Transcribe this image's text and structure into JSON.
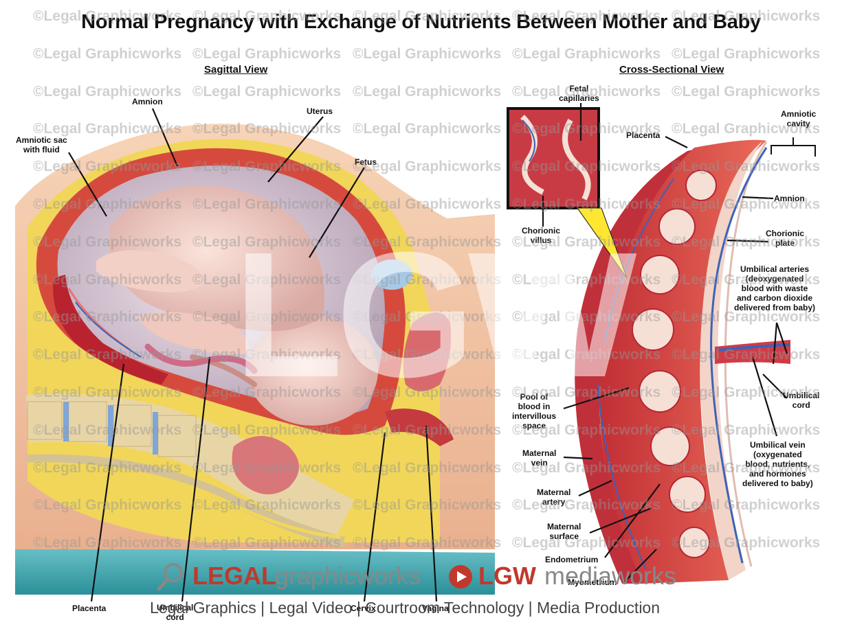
{
  "title": "Normal Pregnancy with Exchange of Nutrients Between Mother and Baby",
  "views": {
    "sagittal": "Sagittal View",
    "cross": "Cross-Sectional View"
  },
  "labels_left": {
    "amnion": "Amnion",
    "amniotic_sac": "Amniotic sac\nwith fluid",
    "uterus": "Uterus",
    "fetus": "Fetus",
    "placenta": "Placenta",
    "umbilical_cord": "Umbilical\ncord",
    "cervix": "Cervix",
    "vagina": "Vagina"
  },
  "labels_right": {
    "fetal_capillaries": "Fetal\ncapillaries",
    "chorionic_villus": "Chorionic\nvillus",
    "placenta": "Placenta",
    "amniotic_cavity": "Amniotic\ncavity",
    "amnion": "Amnion",
    "chorionic_plate": "Chorionic\nplate",
    "umbilical_arteries": "Umbilical arteries\n(deoxygenated\nblood with waste\nand carbon dioxide\ndelivered from baby)",
    "umbilical_cord": "Umbilical\ncord",
    "pool_of_blood": "Pool of\nblood in\nintervillous\nspace",
    "maternal_vein": "Maternal\nvein",
    "maternal_artery": "Maternal\nartery",
    "maternal_surface": "Maternal\nsurface",
    "endometrium": "Endometrium",
    "myometrium": "Myometrium",
    "umbilical_vein": "Umbilical vein\n(oxygenated\nblood, nutrients,\nand hormones\ndelivered to baby)"
  },
  "watermark": {
    "text": "©Legal Graphicworks",
    "big": "LGW"
  },
  "footer": {
    "brand1_a": "LEGAL",
    "brand1_b": "graphicworks",
    "brand2_a": "LGW",
    "brand2_b": "mediaworks",
    "tagline": "Legal Graphics | Legal Video | Courtroom Technology | Media Production"
  },
  "colors": {
    "muscle": "#d64a3e",
    "placenta": "#c0303a",
    "skin": "#f2c6a6",
    "fat": "#f1d65a",
    "bone": "#e8d5a6",
    "disc": "#7fa6d8",
    "vein_blue": "#3b62b8",
    "brand_red": "#c0392b",
    "brand_gray": "#888888"
  }
}
